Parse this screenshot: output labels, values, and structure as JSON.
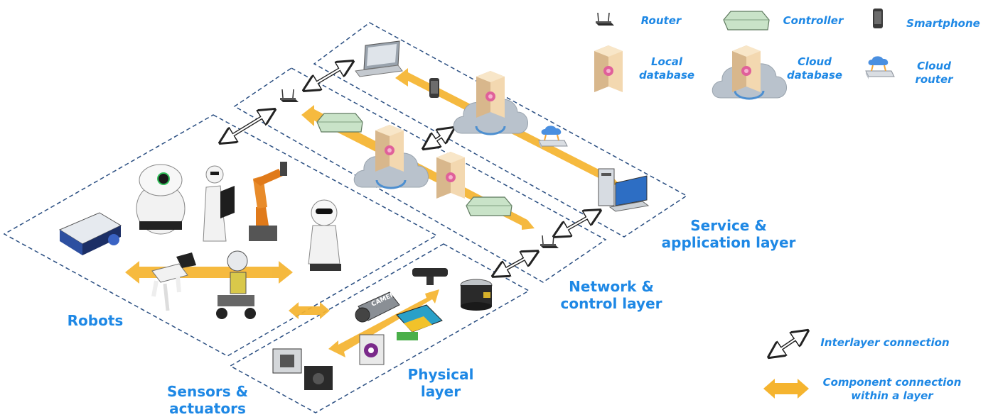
{
  "legend": {
    "router": "Router",
    "controller": "Controller",
    "smartphone": "Smartphone",
    "local_database": [
      "Local",
      "database"
    ],
    "cloud_database": [
      "Cloud",
      "database"
    ],
    "cloud_router": [
      "Cloud",
      "router"
    ],
    "interlayer_connection": "Interlayer connection",
    "component_connection": [
      "Component connection",
      "within a layer"
    ]
  },
  "layers": {
    "service": [
      "Service &",
      "application layer"
    ],
    "network": [
      "Network &",
      "control layer"
    ],
    "physical": [
      "Physical",
      "layer"
    ],
    "robots": "Robots",
    "sensors": [
      "Sensors &",
      "actuators"
    ]
  },
  "colors": {
    "label": "#1e88e5",
    "dashed_border": "#2b4f82",
    "component_arrow": "#f5b42f",
    "cloud": "#b9c2cc",
    "database_box": "#f0d2a6",
    "database_emblem": "#e0609a",
    "controller": "#c9e3c8"
  },
  "icons": {
    "router": "router-icon",
    "controller": "controller-icon",
    "smartphone": "smartphone-icon",
    "local_database": "local-database-icon",
    "cloud_database": "cloud-database-icon",
    "cloud_router": "cloud-router-icon",
    "laptop": "laptop-icon",
    "desktop": "desktop-computer-icon",
    "camera": "camera-icon",
    "lidar": "lidar-sensor-icon",
    "depth_camera": "depth-camera-icon",
    "robot": "robot-icon"
  }
}
